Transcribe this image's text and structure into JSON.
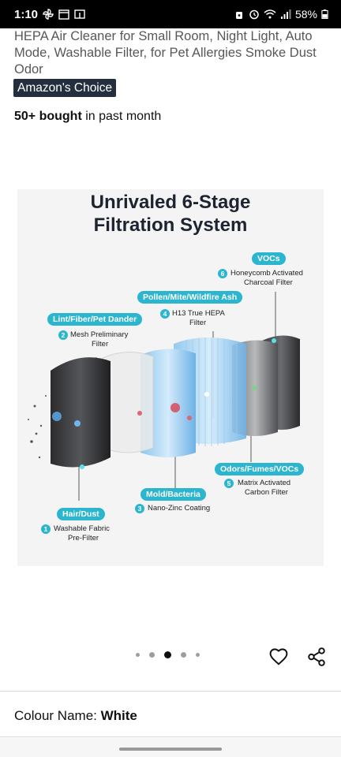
{
  "status_bar": {
    "time": "1:10",
    "battery": "58%"
  },
  "product": {
    "title": "HEPA Air Cleaner for Small Room, Night Light, Auto Mode, Washable Filter, for Pet Allergies Smoke Dust Odor",
    "badge": "Amazon's Choice",
    "bought_bold": "50+ bought",
    "bought_rest": " in past month"
  },
  "image": {
    "title_line1": "Unrivaled 6-Stage",
    "title_line2": "Filtration System",
    "stages": [
      {
        "num": "1",
        "tag": "Hair/Dust",
        "label1": "Washable Fabric",
        "label2": "Pre-Filter"
      },
      {
        "num": "2",
        "tag": "Lint/Fiber/Pet Dander",
        "label1": "Mesh Preliminary",
        "label2": "Filter"
      },
      {
        "num": "3",
        "tag": "Mold/Bacteria",
        "label1": "Nano-Zinc Coating",
        "label2": ""
      },
      {
        "num": "4",
        "tag": "Pollen/Mite/Wildfire Ash",
        "label1": "H13 True HEPA",
        "label2": "Filter"
      },
      {
        "num": "5",
        "tag": "Odors/Fumes/VOCs",
        "label1": "Matrix Activated",
        "label2": "Carbon Filter"
      },
      {
        "num": "6",
        "tag": "VOCs",
        "label1": "Honeycomb Activated",
        "label2": "Charcoal Filter"
      }
    ]
  },
  "carousel": {
    "active_index": 2,
    "count": 5
  },
  "colour": {
    "label": "Colour Name: ",
    "value": "White"
  },
  "icons": {
    "wishlist": "heart-icon",
    "share": "share-icon"
  },
  "colors": {
    "badge_bg": "#232f3e",
    "accent": "#2bb5cf"
  }
}
